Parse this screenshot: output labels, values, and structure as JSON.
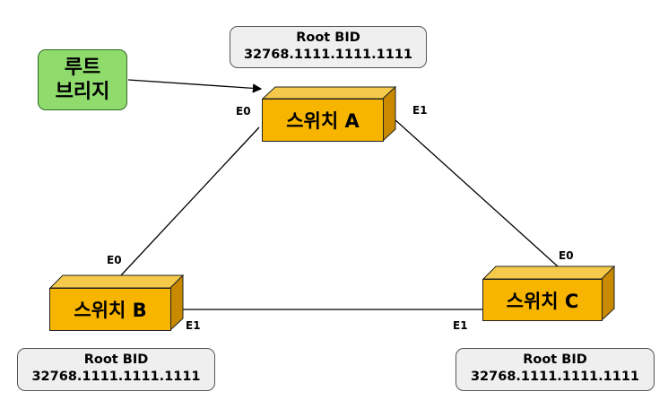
{
  "root_bridge_label": [
    "루트",
    "브리지"
  ],
  "switches": {
    "a": {
      "name": "스위치 A",
      "bid_title": "Root BID",
      "bid_value": "32768.1111.1111.1111",
      "ports": [
        "E0",
        "E1"
      ]
    },
    "b": {
      "name": "스위치 B",
      "bid_title": "Root BID",
      "bid_value": "32768.1111.1111.1111",
      "ports": [
        "E0",
        "E1"
      ]
    },
    "c": {
      "name": "스위치 C",
      "bid_title": "Root BID",
      "bid_value": "32768.1111.1111.1111",
      "ports": [
        "E0",
        "E1"
      ]
    }
  },
  "links": [
    {
      "from": "스위치 A",
      "from_port": "E0",
      "to": "스위치 B",
      "to_port": "E0"
    },
    {
      "from": "스위치 A",
      "from_port": "E1",
      "to": "스위치 C",
      "to_port": "E0"
    },
    {
      "from": "스위치 B",
      "from_port": "E1",
      "to": "스위치 C",
      "to_port": "E1"
    }
  ],
  "colors": {
    "switch_fill": "#f7b500",
    "root_tag_fill": "#8fdc6c",
    "bid_box_fill": "#efefef"
  }
}
